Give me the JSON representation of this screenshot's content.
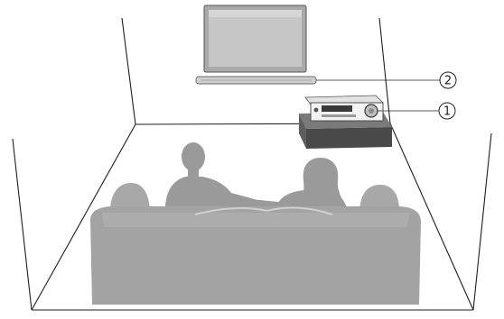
{
  "callouts": [
    {
      "id": "receiver",
      "label": "1"
    },
    {
      "id": "soundbar",
      "label": "2"
    }
  ]
}
